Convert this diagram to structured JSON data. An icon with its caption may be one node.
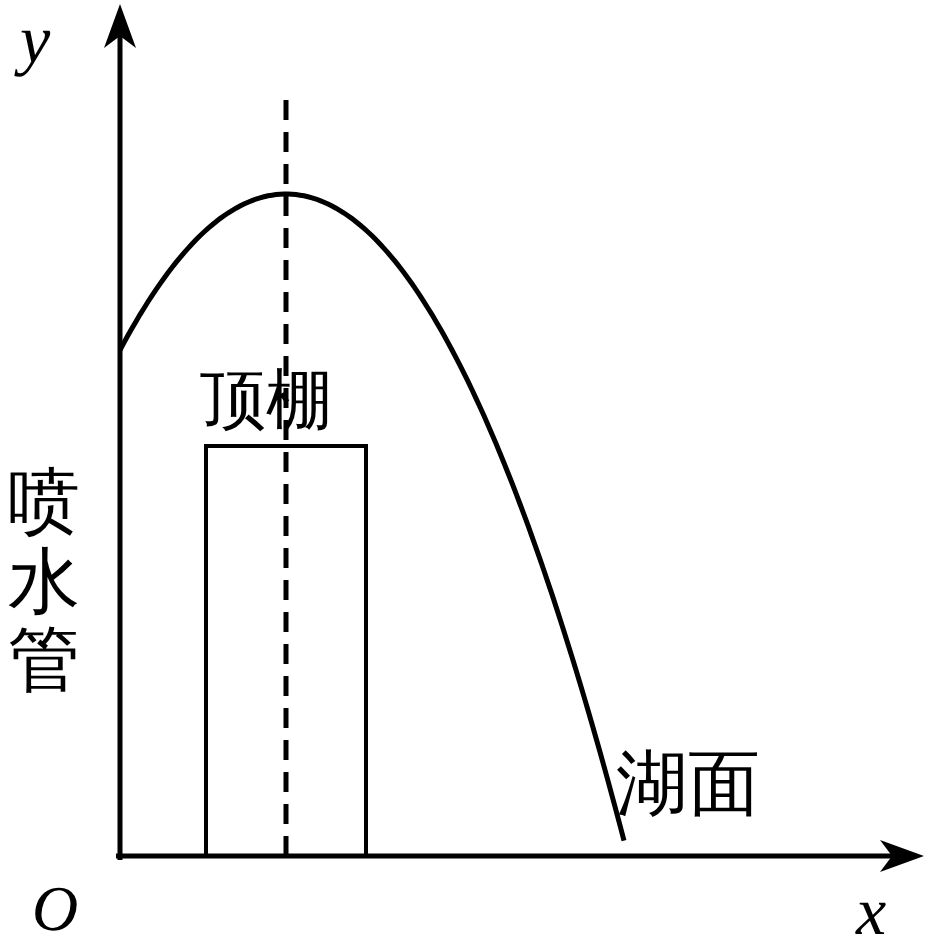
{
  "diagram": {
    "nodes": [
      {
        "text": [
          "顶棚"
        ]
      }
    ],
    "labels": [
      "y",
      "喷水管",
      "湖面",
      "O",
      "x"
    ]
  }
}
